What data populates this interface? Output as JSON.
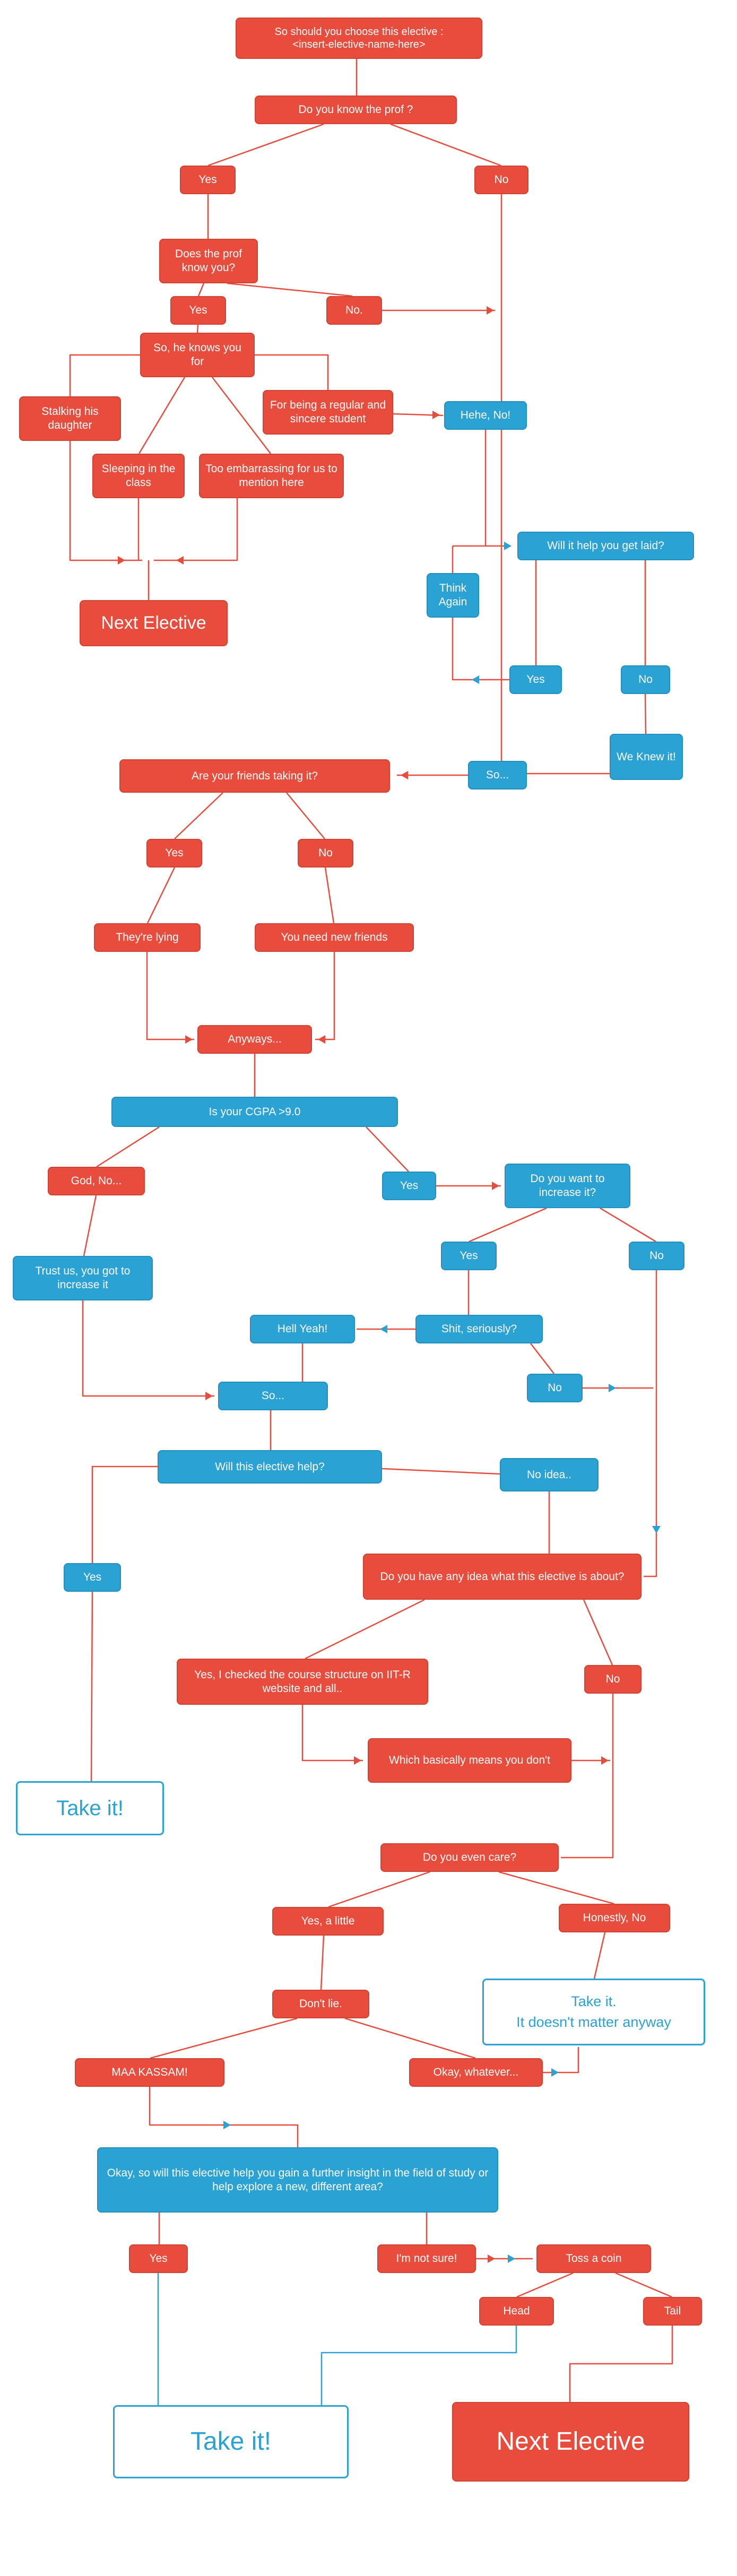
{
  "colors": {
    "red": "#e74c3c",
    "blue": "#2ba2d4",
    "line_red": "#e74c3c",
    "line_blue": "#2ba2d4",
    "background": "#ffffff"
  },
  "nodes": {
    "title_line1": "So should you choose this elective :",
    "title_line2": "<insert-elective-name-here>",
    "know_prof": "Do you know the prof ?",
    "yes1": "Yes",
    "no1": "No",
    "prof_know_you": "Does the prof know you?",
    "yes2": "Yes",
    "no2": "No.",
    "knows_you_for": "So, he knows you for",
    "stalking": "Stalking his daughter",
    "regular": "For being a regular and sincere student",
    "hehe": "Hehe, No!",
    "sleeping": "Sleeping in the class",
    "embarrassing": "Too embarrassing for us to mention here",
    "laid": "Will it help you get laid?",
    "think_again": "Think Again",
    "next_elective_1": "Next Elective",
    "yes3": "Yes",
    "no3": "No",
    "we_knew_it": "We Knew it!",
    "friends_taking": "Are your friends taking it?",
    "so1": "So...",
    "yes4": "Yes",
    "no4": "No",
    "lying": "They're lying",
    "new_friends": "You need new friends",
    "anyways": "Anyways...",
    "cgpa": "Is your CGPA >9.0",
    "god_no": "God, No...",
    "yes5": "Yes",
    "increase": "Do you want to increase it?",
    "trust_us": "Trust us, you got to increase it",
    "yes6": "Yes",
    "no5": "No",
    "hell_yeah": "Hell Yeah!",
    "seriously": "Shit, seriously?",
    "no6": "No",
    "so2": "So...",
    "elective_help": "Will this elective help?",
    "no_idea": "No idea..",
    "yes7": "Yes",
    "any_idea": "Do you have any idea what this elective is about?",
    "checked": "Yes, I checked the course structure on IIT-R website and all..",
    "no7": "No",
    "basically": "Which basically means you don't",
    "take_it_1": "Take it!",
    "care": "Do you even care?",
    "little": "Yes, a little",
    "honestly": "Honestly, No",
    "dont_lie": "Don't lie.",
    "take_it_2_line1": "Take it.",
    "take_it_2_line2": "It doesn't matter anyway",
    "kassam": "MAA KASSAM!",
    "whatever": "Okay, whatever...",
    "insight": "Okay, so will this elective help you gain a further insight in the field of study or help explore a new,  different area?",
    "yes8": "Yes",
    "not_sure": "I'm not sure!",
    "toss": "Toss a coin",
    "head": "Head",
    "tail": "Tail",
    "take_it_3": "Take it!",
    "next_elective_2": "Next Elective"
  }
}
